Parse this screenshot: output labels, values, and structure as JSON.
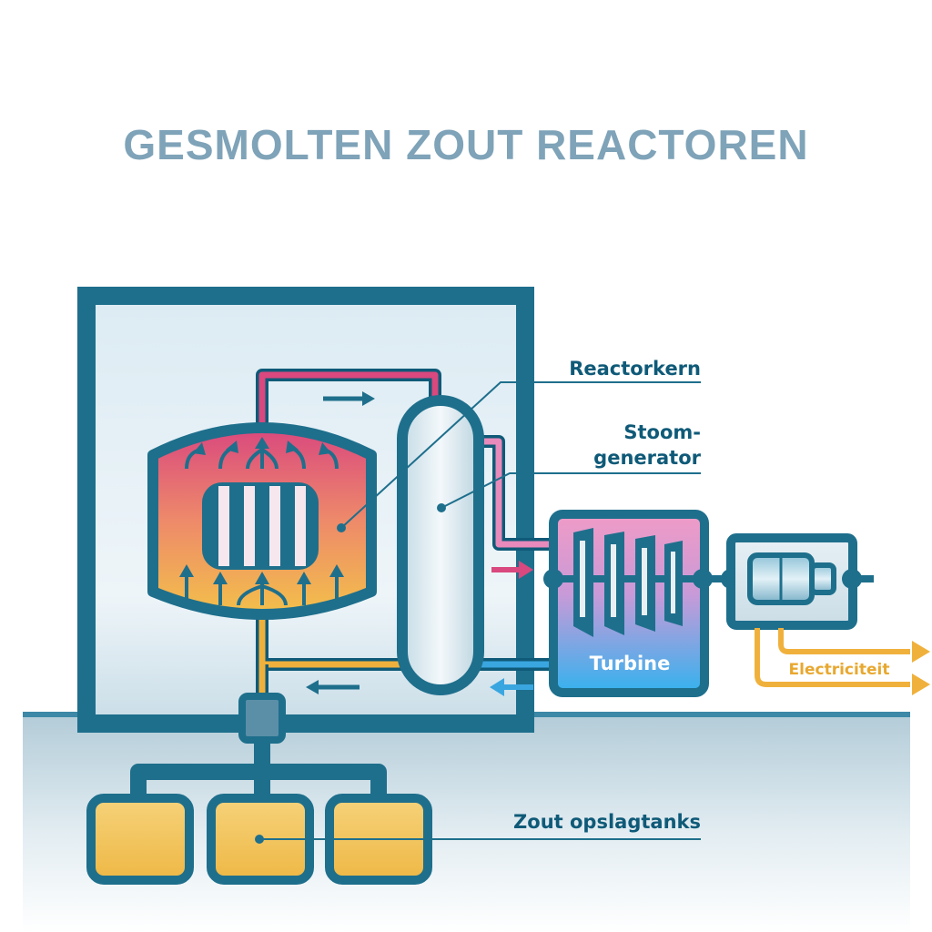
{
  "title": "GESMOLTEN ZOUT REACTOREN",
  "labels": {
    "reactor_core": "Reactorkern",
    "steam_generator_1": "Stoom-",
    "steam_generator_2": "generator",
    "turbine": "Turbine",
    "electricity": "Electriciteit",
    "storage_tanks": "Zout opslagtanks"
  },
  "colors": {
    "frame": "#1e6f8c",
    "hot_salt": "#d9487e",
    "warm_salt": "#f0b13c",
    "cold_water": "#3aa6e0",
    "tank_fill": "#f2c55c",
    "label": "#0f5a78",
    "title": "#7fa3b8"
  }
}
